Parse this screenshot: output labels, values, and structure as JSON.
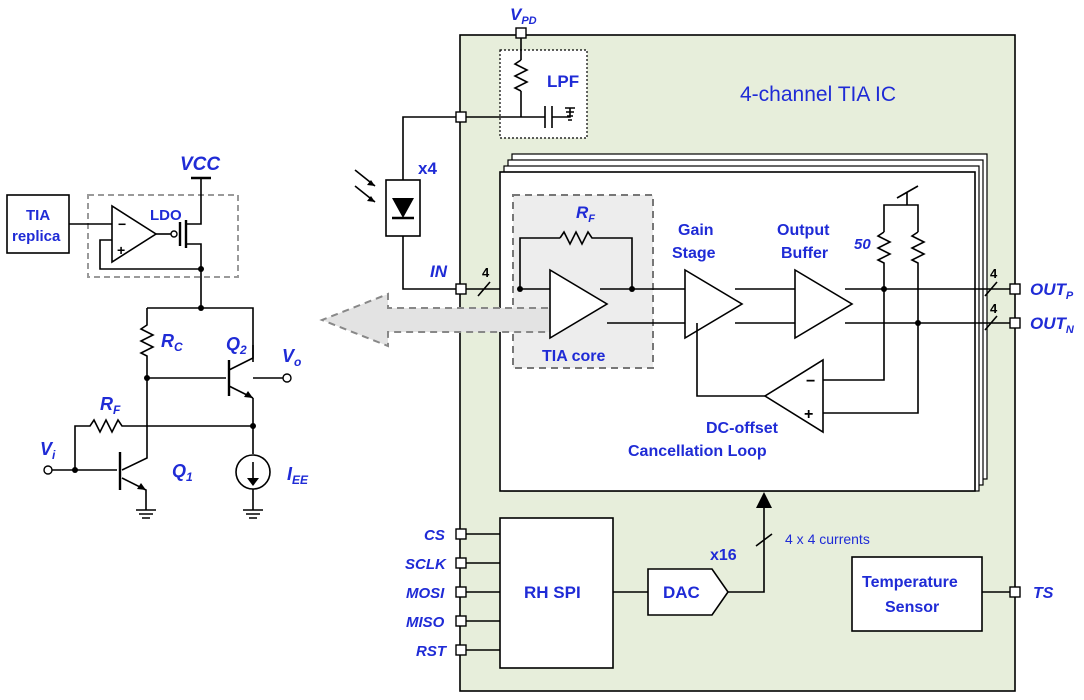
{
  "colors": {
    "label": "#1f2bd6",
    "chip_fill": "#e7eedb",
    "core_fill": "#ededed",
    "arrow_fill": "#e3e3e3",
    "dashed_box": "#9a9a9a"
  },
  "left": {
    "tia_replica": [
      "TIA",
      "replica"
    ],
    "ldo": "LDO",
    "vcc": "VCC",
    "rc": {
      "main": "R",
      "sub": "C"
    },
    "rf": {
      "main": "R",
      "sub": "F"
    },
    "q1": {
      "main": "Q",
      "sub": "1"
    },
    "q2": {
      "main": "Q",
      "sub": "2"
    },
    "vo": {
      "main": "V",
      "sub": "o"
    },
    "vi": {
      "main": "V",
      "sub": "i"
    },
    "iee": {
      "main": "I",
      "sub": "EE"
    },
    "opamp_minus": "−",
    "opamp_plus": "+"
  },
  "chip": {
    "title": "4-channel TIA IC",
    "vpd": {
      "main": "V",
      "sub": "PD"
    },
    "lpf": "LPF",
    "x4": "x4",
    "in": "IN",
    "bus_in": "4",
    "bus_out_p": "4",
    "bus_out_n": "4",
    "out_p": {
      "main": "OUT",
      "sub": "P"
    },
    "out_n": {
      "main": "OUT",
      "sub": "N"
    },
    "rf": {
      "main": "R",
      "sub": "F"
    },
    "tia_core": "TIA core",
    "gain_stage": [
      "Gain",
      "Stage"
    ],
    "output_buffer": [
      "Output",
      "Buffer"
    ],
    "r50": "50",
    "dc_offset": [
      "DC-offset",
      "Cancellation Loop"
    ],
    "comp_minus": "−",
    "comp_plus": "+",
    "spi_pins": [
      "CS",
      "SCLK",
      "MOSI",
      "MISO",
      "RST"
    ],
    "rh_spi": "RH SPI",
    "dac": "DAC",
    "x16": "x16",
    "currents": "4 x 4 currents",
    "temp_sensor": [
      "Temperature",
      "Sensor"
    ],
    "ts": "TS"
  }
}
